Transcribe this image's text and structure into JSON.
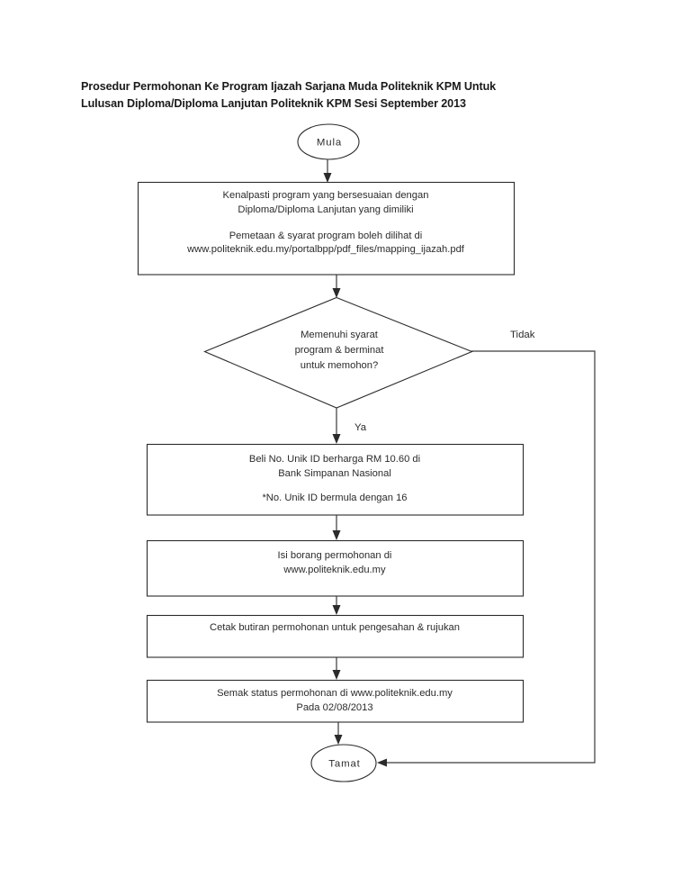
{
  "document": {
    "title_line1": "Prosedur Permohonan Ke Program Ijazah Sarjana Muda Politeknik KPM Untuk",
    "title_line2": "Lulusan Diploma/Diploma Lanjutan Politeknik KPM Sesi September 2013",
    "background_color": "#ffffff",
    "ink_color": "#2b2b2b"
  },
  "chart_data": {
    "type": "diagram",
    "diagram_kind": "flowchart",
    "title": "Prosedur Permohonan Ke Program Ijazah Sarjana Muda Politeknik KPM Untuk Lulusan Diploma/Diploma Lanjutan Politeknik KPM Sesi September 2013",
    "orientation": "top-to-bottom",
    "nodes": [
      {
        "id": "start",
        "shape": "oval",
        "label": "Mula"
      },
      {
        "id": "p1",
        "shape": "rectangle",
        "label": "Kenalpasti program yang bersesuaian dengan\nDiploma/Diploma Lanjutan yang dimiliki\n\nPemetaan & syarat program boleh dilihat di\nwww.politeknik.edu.my/portalbpp/pdf_files/mapping_ijazah.pdf"
      },
      {
        "id": "d1",
        "shape": "diamond",
        "label": "Memenuhi syarat\nprogram & berminat\nuntuk memohon?"
      },
      {
        "id": "p2",
        "shape": "rectangle",
        "label": "Beli No. Unik ID berharga RM 10.60 di\nBank Simpanan Nasional\n\n*No. Unik ID bermula dengan 16"
      },
      {
        "id": "p3",
        "shape": "rectangle",
        "label": "Isi borang permohonan di\nwww.politeknik.edu.my"
      },
      {
        "id": "p4",
        "shape": "rectangle",
        "label": "Cetak butiran permohonan untuk pengesahan & rujukan"
      },
      {
        "id": "p5",
        "shape": "rectangle",
        "label": "Semak status permohonan di www.politeknik.edu.my\nPada 02/08/2013"
      },
      {
        "id": "end",
        "shape": "oval",
        "label": "Tamat"
      }
    ],
    "edges": [
      {
        "from": "start",
        "to": "p1",
        "label": ""
      },
      {
        "from": "p1",
        "to": "d1",
        "label": ""
      },
      {
        "from": "d1",
        "to": "p2",
        "label": "Ya"
      },
      {
        "from": "d1",
        "to": "end",
        "label": "Tidak"
      },
      {
        "from": "p2",
        "to": "p3",
        "label": ""
      },
      {
        "from": "p3",
        "to": "p4",
        "label": ""
      },
      {
        "from": "p4",
        "to": "p5",
        "label": ""
      },
      {
        "from": "p5",
        "to": "end",
        "label": ""
      }
    ]
  },
  "nodes": {
    "start": {
      "label": "Mula"
    },
    "step1": {
      "line1": "Kenalpasti program yang bersesuaian dengan",
      "line2": "Diploma/Diploma Lanjutan yang dimiliki",
      "line3": "Pemetaan & syarat program boleh dilihat di",
      "line4": "www.politeknik.edu.my/portalbpp/pdf_files/mapping_ijazah.pdf"
    },
    "decision": {
      "line1": "Memenuhi syarat",
      "line2": "program & berminat",
      "line3": "untuk memohon?"
    },
    "step2": {
      "line1": "Beli No. Unik ID berharga RM 10.60 di",
      "line2": "Bank Simpanan Nasional",
      "line3": "*No. Unik ID bermula dengan 16"
    },
    "step3": {
      "line1": "Isi borang permohonan di",
      "line2": "www.politeknik.edu.my"
    },
    "step4": {
      "line1": "Cetak butiran permohonan untuk pengesahan & rujukan"
    },
    "step5": {
      "line1": "Semak status permohonan di www.politeknik.edu.my",
      "line2": "Pada 02/08/2013"
    },
    "end": {
      "label": "Tamat"
    }
  },
  "branch_labels": {
    "yes": "Ya",
    "no": "Tidak"
  }
}
